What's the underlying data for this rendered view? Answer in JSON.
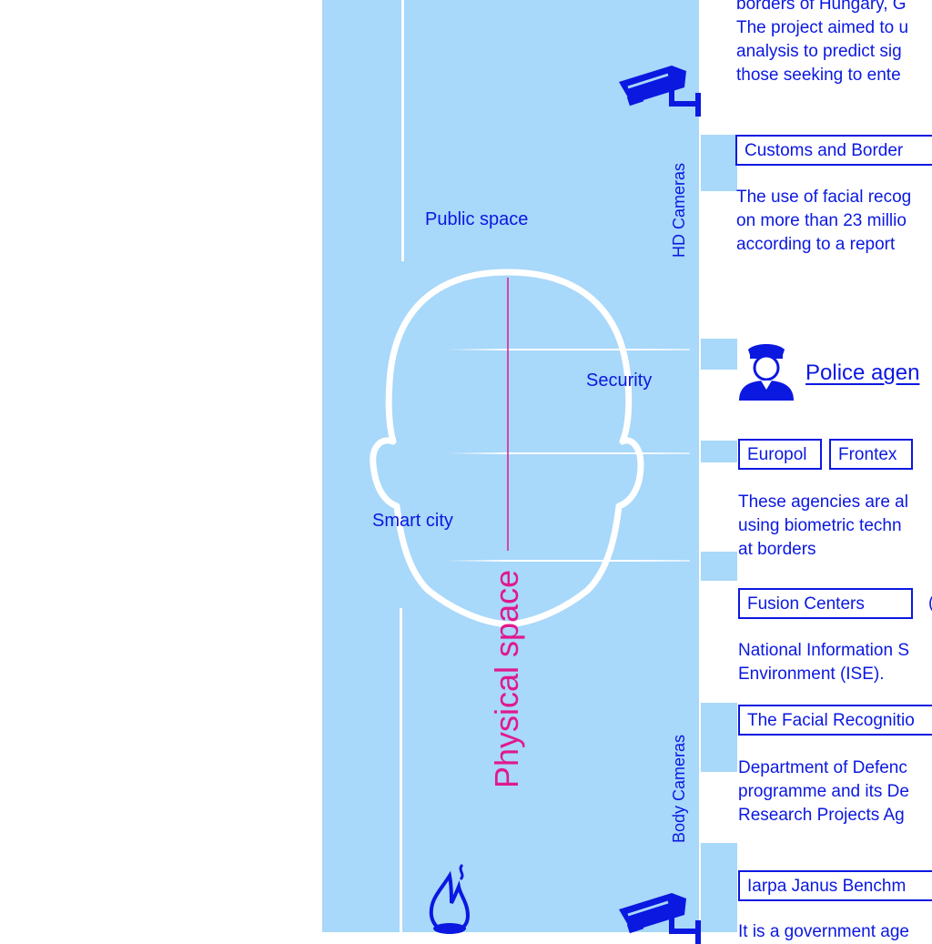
{
  "colors": {
    "band": "#a8d8fa",
    "ink": "#0b18e0",
    "accent": "#e0198c",
    "line": "#ffffff"
  },
  "diagram": {
    "regions": {
      "public_space": "Public space",
      "security": "Security",
      "smart_city": "Smart city",
      "physical_space": "Physical space"
    },
    "side_labels": {
      "hd_cameras": "HD Cameras",
      "body_cameras": "Body Cameras"
    },
    "icons": [
      "cctv-camera-icon",
      "police-officer-icon",
      "cctv-camera-icon",
      "flame-icon"
    ]
  },
  "right_column": {
    "intro_lines": [
      "borders of Hungary, G",
      "The project aimed to u",
      "analysis to predict sig",
      "those seeking to ente"
    ],
    "customs_box": "Customs and Border",
    "customs_text": [
      "The use of facial recog",
      "on more than 23 millio",
      "according to a report"
    ],
    "police_heading": "Police agen",
    "agency_boxes": [
      "Europol",
      "Frontex"
    ],
    "agencies_text": [
      "These agencies are al",
      "using biometric techn",
      "at borders"
    ],
    "fusion_box": "Fusion Centers",
    "fusion_side": "(",
    "fusion_text": [
      "National Information S",
      "Environment (ISE)."
    ],
    "facial_box": "The Facial Recognitio",
    "facial_text": [
      "Department of Defenc",
      "programme and its De",
      "Research Projects Ag"
    ],
    "iarpa_box": "Iarpa Janus Benchm",
    "iarpa_text": "It is a government age"
  }
}
